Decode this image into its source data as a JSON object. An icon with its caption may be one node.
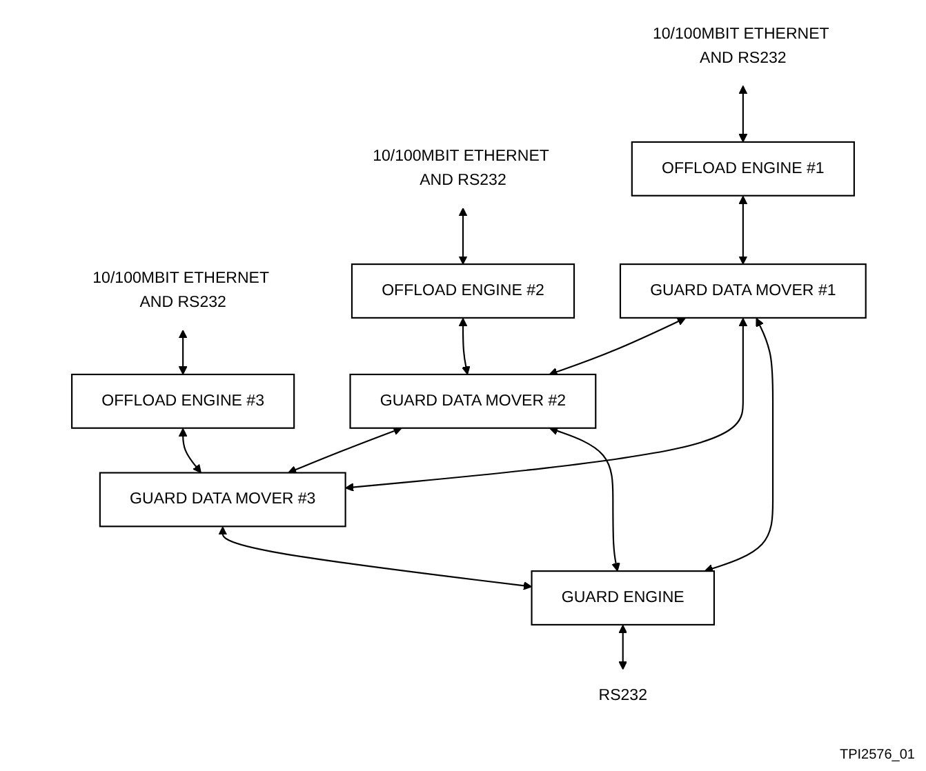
{
  "diagram": {
    "nodes": [
      {
        "text": [
          "10/100MBIT ETHERNET AND RS232"
        ]
      },
      {
        "text": [
          "10/100MBIT ETHERNET AND RS232"
        ]
      },
      {
        "text": [
          "10/100MBIT ETHERNET AND RS232"
        ]
      },
      {
        "text": [
          "OFFLOAD ENGINE #1"
        ]
      },
      {
        "text": [
          "OFFLOAD ENGINE #2"
        ]
      },
      {
        "text": [
          "OFFLOAD ENGINE #3"
        ]
      },
      {
        "text": [
          "GUARD DATA MOVER #1"
        ]
      },
      {
        "text": [
          "GUARD DATA MOVER #2"
        ]
      },
      {
        "text": [
          "GUARD DATA MOVER #3"
        ]
      },
      {
        "text": [
          "GUARD ENGINE"
        ]
      },
      {
        "text": [
          "RS232"
        ]
      }
    ],
    "edges": [
      {
        "from": 0,
        "to": 3,
        "arrow": "both"
      },
      {
        "from": 1,
        "to": 4,
        "arrow": "both"
      },
      {
        "from": 2,
        "to": 5,
        "arrow": "both"
      },
      {
        "from": 3,
        "to": 6,
        "arrow": "both"
      },
      {
        "from": 4,
        "to": 7,
        "arrow": "both"
      },
      {
        "from": 5,
        "to": 8,
        "arrow": "both"
      },
      {
        "from": 6,
        "to": 7,
        "arrow": "both"
      },
      {
        "from": 7,
        "to": 8,
        "arrow": "both"
      },
      {
        "from": 6,
        "to": 8,
        "arrow": "both"
      },
      {
        "from": 6,
        "to": 9,
        "arrow": "both"
      },
      {
        "from": 7,
        "to": 9,
        "arrow": "both"
      },
      {
        "from": 8,
        "to": 9,
        "arrow": "both"
      },
      {
        "from": 9,
        "to": 10,
        "arrow": "both"
      }
    ],
    "labels": [
      "TPI2576_01"
    ]
  }
}
